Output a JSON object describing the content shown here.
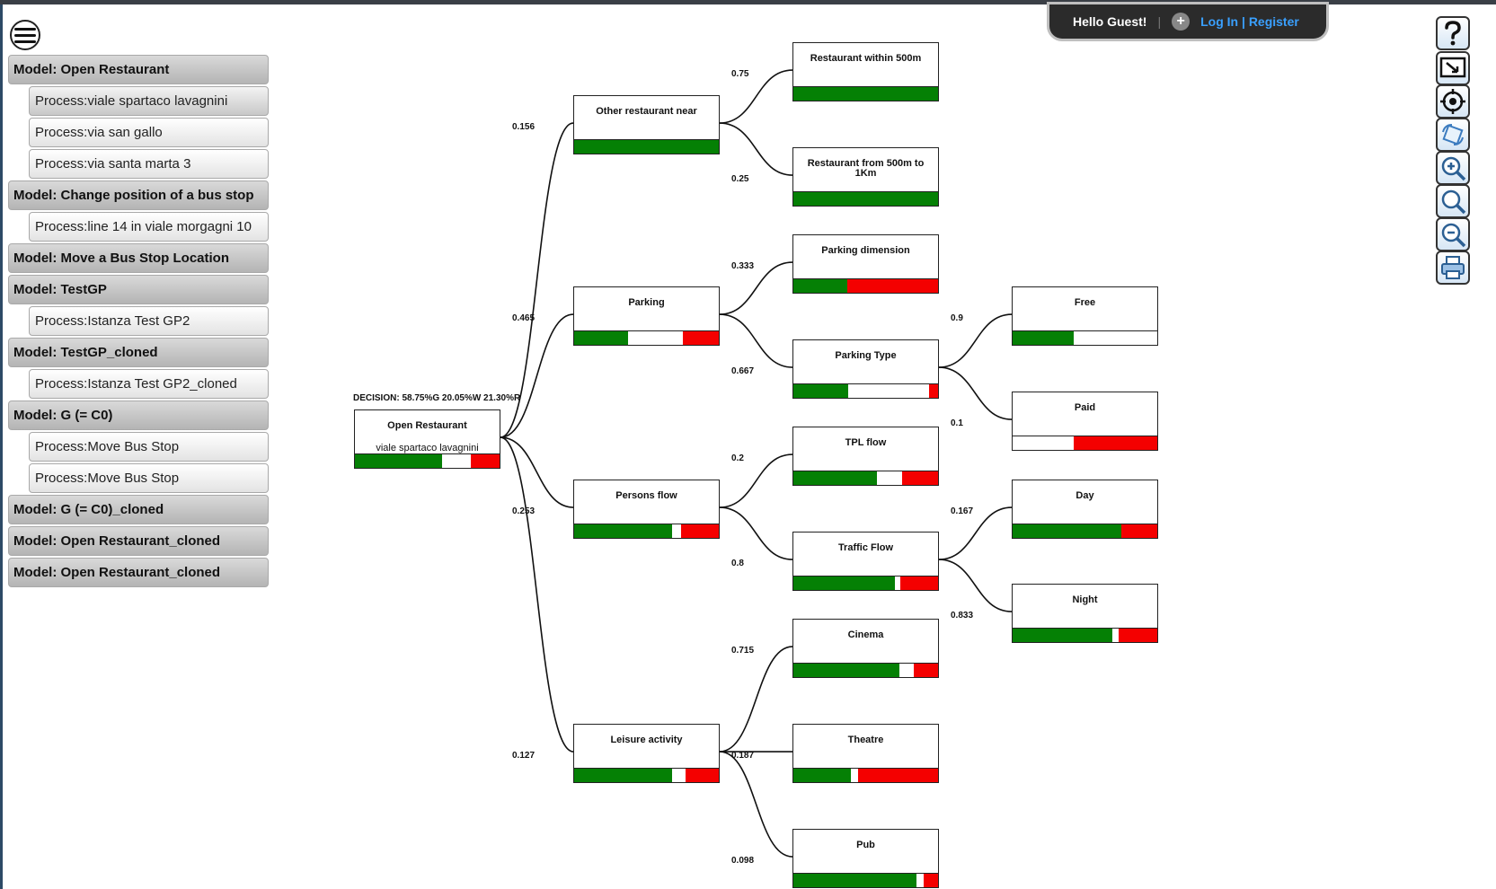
{
  "header": {
    "greeting": "Hello Guest!",
    "login_label": "Log In",
    "separator": "|",
    "register_label": "Register",
    "plus_glyph": "+"
  },
  "sidebar": {
    "items": [
      {
        "kind": "model",
        "label": "Model: Open Restaurant"
      },
      {
        "kind": "process",
        "label": "Process:viale spartaco lavagnini",
        "active": true
      },
      {
        "kind": "process",
        "label": "Process:via san gallo"
      },
      {
        "kind": "process",
        "label": "Process:via santa marta 3"
      },
      {
        "kind": "model",
        "label": "Model: Change position of a bus stop"
      },
      {
        "kind": "process",
        "label": "Process:line 14 in viale morgagni 10"
      },
      {
        "kind": "model",
        "label": "Model: Move a Bus Stop Location"
      },
      {
        "kind": "model",
        "label": "Model: TestGP"
      },
      {
        "kind": "process",
        "label": "Process:Istanza Test GP2"
      },
      {
        "kind": "model",
        "label": "Model: TestGP_cloned"
      },
      {
        "kind": "process",
        "label": "Process:Istanza Test GP2_cloned"
      },
      {
        "kind": "model",
        "label": "Model: G (= C0)"
      },
      {
        "kind": "process",
        "label": "Process:Move Bus Stop"
      },
      {
        "kind": "process",
        "label": "Process:Move Bus Stop"
      },
      {
        "kind": "model",
        "label": "Model: G (= C0)_cloned"
      },
      {
        "kind": "model",
        "label": "Model: Open Restaurant_cloned"
      },
      {
        "kind": "model",
        "label": "Model: Open Restaurant_cloned"
      }
    ]
  },
  "toolbar": {
    "icons": [
      "help-icon",
      "fullscreen-icon",
      "center-target-icon",
      "rotate-icon",
      "zoom-in-icon",
      "zoom-fit-icon",
      "zoom-out-icon",
      "print-icon"
    ]
  },
  "colors": {
    "green": "#058005",
    "white": "#ffffff",
    "red": "#f40000",
    "link": "#3aa0ff"
  },
  "diagram": {
    "decision": "DECISION: 58.75%G 20.05%W 21.30%R",
    "root": {
      "id": "root",
      "label": "Open Restaurant",
      "sublabel": "viale spartaco lavagnini",
      "bar": [
        0.6,
        0.2,
        0.2
      ]
    },
    "nodes": [
      {
        "id": "other",
        "parent": "root",
        "label": "Other restaurant near",
        "weight": "0.156",
        "bar": [
          1,
          0,
          0
        ]
      },
      {
        "id": "within",
        "parent": "other",
        "label": "Restaurant within 500m",
        "weight": "0.75",
        "bar": [
          1,
          0,
          0
        ]
      },
      {
        "id": "from500",
        "parent": "other",
        "label": "Restaurant from 500m to 1Km",
        "weight": "0.25",
        "bar": [
          1,
          0,
          0
        ]
      },
      {
        "id": "parking",
        "parent": "root",
        "label": "Parking",
        "weight": "0.465",
        "bar": [
          0.37,
          0.38,
          0.25
        ]
      },
      {
        "id": "pdim",
        "parent": "parking",
        "label": "Parking dimension",
        "weight": "0.333",
        "bar": [
          0.37,
          0,
          0.63
        ]
      },
      {
        "id": "ptype",
        "parent": "parking",
        "label": "Parking Type",
        "weight": "0.667",
        "bar": [
          0.38,
          0.56,
          0.06
        ]
      },
      {
        "id": "free",
        "parent": "ptype",
        "label": "Free",
        "weight": "0.9",
        "bar": [
          0.42,
          0.58,
          0
        ]
      },
      {
        "id": "paid",
        "parent": "ptype",
        "label": "Paid",
        "weight": "0.1",
        "bar": [
          0,
          0.42,
          0.58
        ]
      },
      {
        "id": "persons",
        "parent": "root",
        "label": "Persons flow",
        "weight": "0.253",
        "bar": [
          0.68,
          0.06,
          0.26
        ]
      },
      {
        "id": "tpl",
        "parent": "persons",
        "label": "TPL flow",
        "weight": "0.2",
        "bar": [
          0.58,
          0.17,
          0.25
        ]
      },
      {
        "id": "traffic",
        "parent": "persons",
        "label": "Traffic Flow",
        "weight": "0.8",
        "bar": [
          0.7,
          0.04,
          0.26
        ]
      },
      {
        "id": "day",
        "parent": "traffic",
        "label": "Day",
        "weight": "0.167",
        "bar": [
          0.75,
          0,
          0.25
        ]
      },
      {
        "id": "night",
        "parent": "traffic",
        "label": "Night",
        "weight": "0.833",
        "bar": [
          0.69,
          0.04,
          0.27
        ]
      },
      {
        "id": "leisure",
        "parent": "root",
        "label": "Leisure activity",
        "weight": "0.127",
        "bar": [
          0.68,
          0.09,
          0.23
        ]
      },
      {
        "id": "cinema",
        "parent": "leisure",
        "label": "Cinema",
        "weight": "0.715",
        "bar": [
          0.73,
          0.1,
          0.17
        ]
      },
      {
        "id": "theatre",
        "parent": "leisure",
        "label": "Theatre",
        "weight": "0.187",
        "bar": [
          0.4,
          0.05,
          0.55
        ]
      },
      {
        "id": "pub",
        "parent": "leisure",
        "label": "Pub",
        "weight": "0.098",
        "bar": [
          0.85,
          0.05,
          0.1
        ]
      }
    ]
  }
}
